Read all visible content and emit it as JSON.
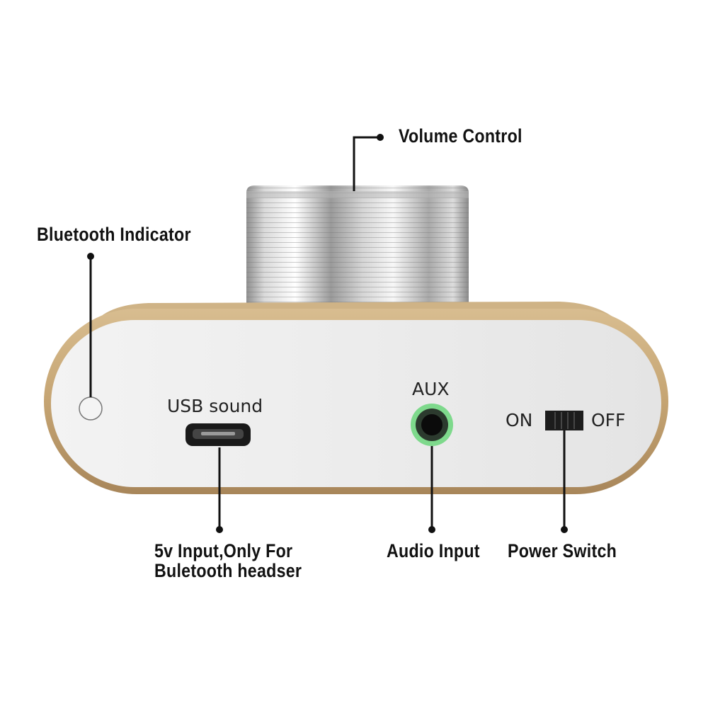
{
  "device_labels": {
    "usb": "USB sound",
    "aux": "AUX",
    "on": "ON",
    "off": "OFF"
  },
  "callouts": {
    "volume_control": "Volume Control",
    "bluetooth_indicator": "Bluetooth Indicator",
    "usb_input_line1": "5v Input,Only For",
    "usb_input_line2": "Buletooth headser",
    "audio_input": "Audio Input",
    "power_switch": "Power Switch"
  },
  "colors": {
    "gold_shell": "#c9a877",
    "panel": "#ededed",
    "knob_silver": "#c4c4c4",
    "aux_ring": "#7ed98c",
    "leader_line": "#111111"
  },
  "icons": {
    "bluetooth_led": "led-ring-icon",
    "usb_port": "micro-usb-port-icon",
    "aux_jack": "audio-jack-icon",
    "power_switch": "slide-switch-icon"
  }
}
